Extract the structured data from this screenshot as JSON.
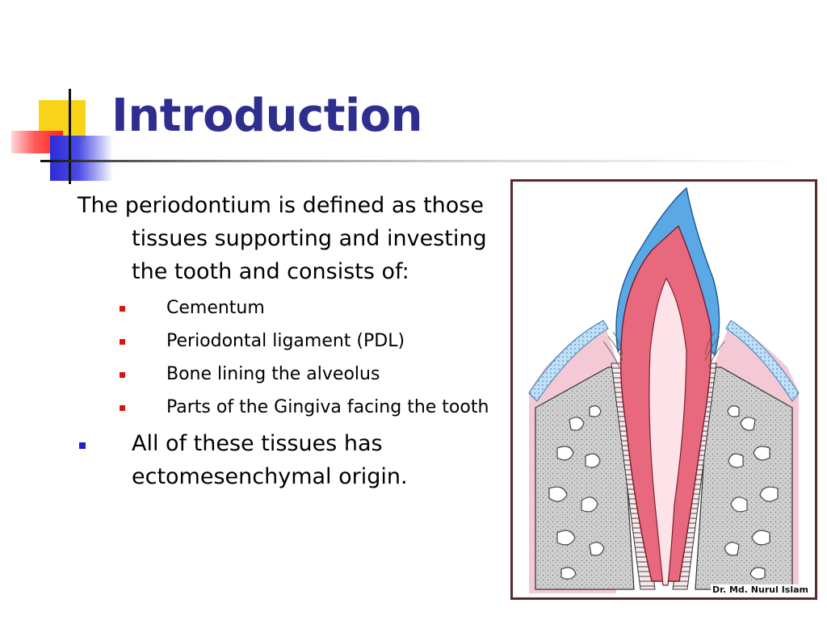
{
  "slide": {
    "title": "Introduction",
    "intro": "The periodontium is defined as those tissues supporting and investing the tooth and consists of:",
    "sub_items": [
      "Cementum",
      "Periodontal ligament (PDL)",
      "Bone lining the alveolus",
      "Parts of the Gingiva facing the tooth"
    ],
    "main_point": "All of these tissues has ectomesenchymal origin."
  },
  "figure": {
    "credit": "Dr. Md. Nurul Islam",
    "colors": {
      "enamel": "#5aa9e6",
      "dentin": "#e8697d",
      "pulp": "#fde3e8",
      "gingiva": "#f2c9d4",
      "bone": "#cfcfcf",
      "frame": "#5a2a2a"
    }
  },
  "colors": {
    "title": "#2e2e8f",
    "sub_bullet": "#e01010",
    "main_bullet": "#2020c8"
  }
}
